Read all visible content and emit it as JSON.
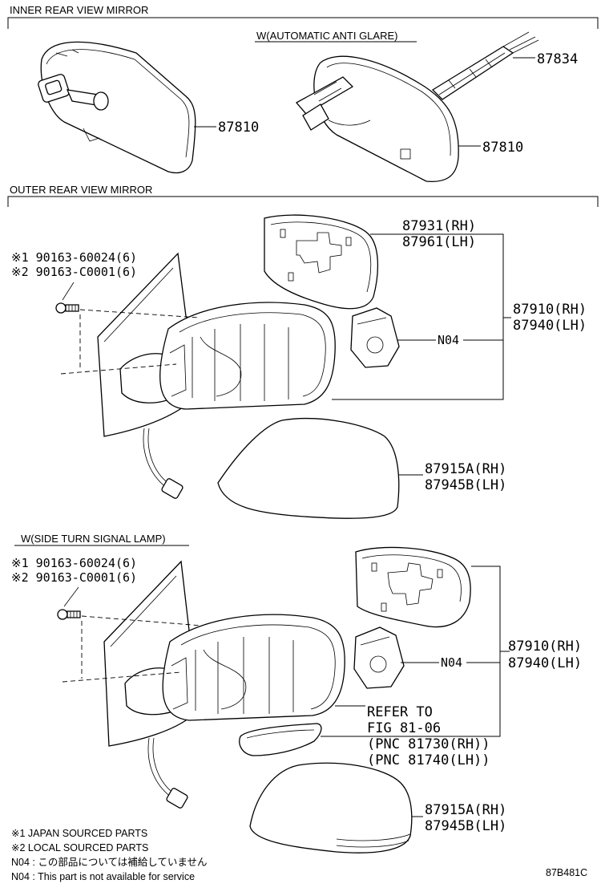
{
  "sections": {
    "inner": "INNER REAR VIEW MIRROR",
    "outer": "OUTER REAR VIEW MIRROR"
  },
  "labels": {
    "auto_anti_glare": "W(AUTOMATIC ANTI GLARE)",
    "side_turn_signal": "W(SIDE TURN SIGNAL LAMP)"
  },
  "inner_parts": {
    "mirror_std": "87810",
    "mirror_auto": "87810",
    "cover": "87834"
  },
  "outer_parts": {
    "glass_rh": "87931(RH)",
    "glass_lh": "87961(LH)",
    "screw_1": "※1 90163-60024(6)",
    "screw_2": "※2 90163-C0001(6)",
    "mirror_rh": "87910(RH)",
    "mirror_lh": "87940(LH)",
    "n04": "N04",
    "cover_rh": "87915A(RH)",
    "cover_lh": "87945B(LH)"
  },
  "turn_parts": {
    "screw_1": "※1 90163-60024(6)",
    "screw_2": "※2 90163-C0001(6)",
    "n04": "N04",
    "mirror_rh": "87910(RH)",
    "mirror_lh": "87940(LH)",
    "refer_1": "REFER TO",
    "refer_2": "FIG 81-06",
    "refer_3": "(PNC 81730(RH))",
    "refer_4": "(PNC 81740(LH))",
    "cover_rh": "87915A(RH)",
    "cover_lh": "87945B(LH)"
  },
  "notes": {
    "n1": "※1 JAPAN SOURCED PARTS",
    "n2": "※2 LOCAL SOURCED PARTS",
    "n3": "N04 :  この部品については補給していません",
    "n4": "N04 :  This part is not available for service"
  },
  "figure_code": "87B481C"
}
